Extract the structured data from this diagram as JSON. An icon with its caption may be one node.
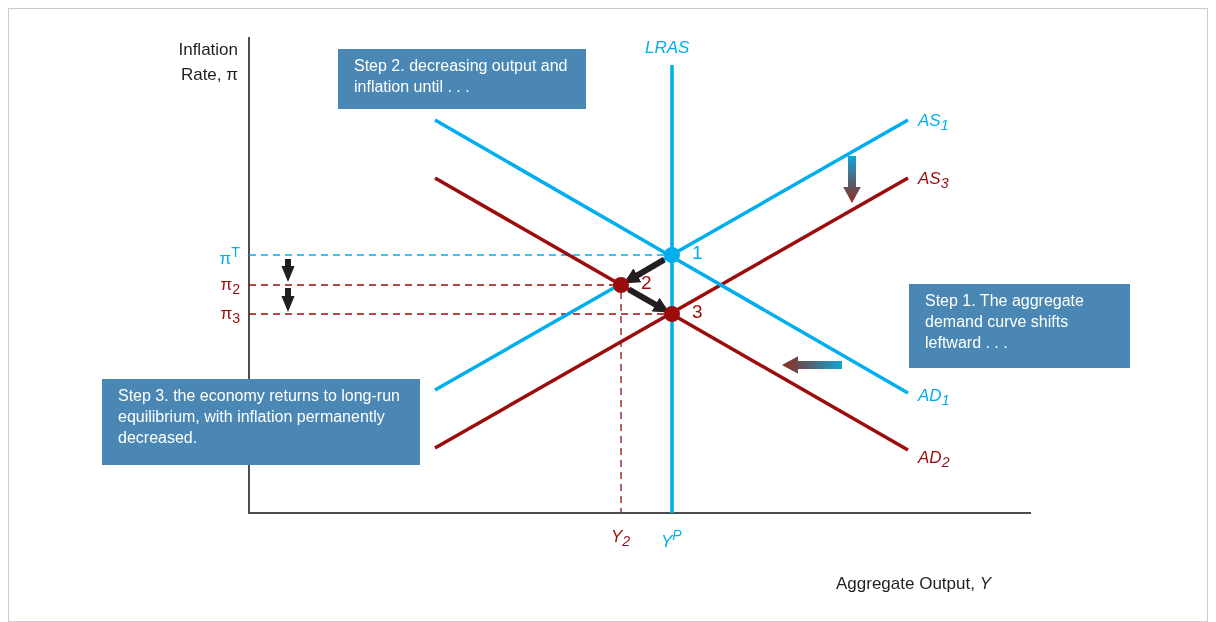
{
  "diagram": {
    "nodes": [
      {
        "text": [
          "Step 2. decreasing output and inflation until . . ."
        ]
      },
      {
        "text": [],
        "shape": "circle",
        "beside": [
          "1"
        ]
      },
      {
        "text": [],
        "shape": "circle",
        "beside": [
          "2"
        ]
      },
      {
        "text": [
          "Step 1. The aggregate demand curve shifts leftward . . ."
        ]
      },
      {
        "text": [],
        "shape": "circle",
        "beside": [
          "3"
        ]
      },
      {
        "text": [
          "Step 3. the economy returns to long-run equilibrium, with inflation permanently decreased."
        ]
      }
    ],
    "edges": [
      {
        "from": 1,
        "to": 2,
        "arrow": "to"
      },
      {
        "from": 2,
        "to": 4,
        "arrow": "to"
      }
    ],
    "labels": [
      "Inflation Rate, π",
      "LRAS",
      "AS$_{1}$",
      "AS$_{3}$",
      "π$^{T}$",
      "π$_{2}$",
      "π$_{3}$",
      "AD$_{1}$",
      "AD$_{2}$",
      "Y$_{2}$",
      "Y$^{P}$",
      "Aggregate Output, *Y*"
    ]
  }
}
